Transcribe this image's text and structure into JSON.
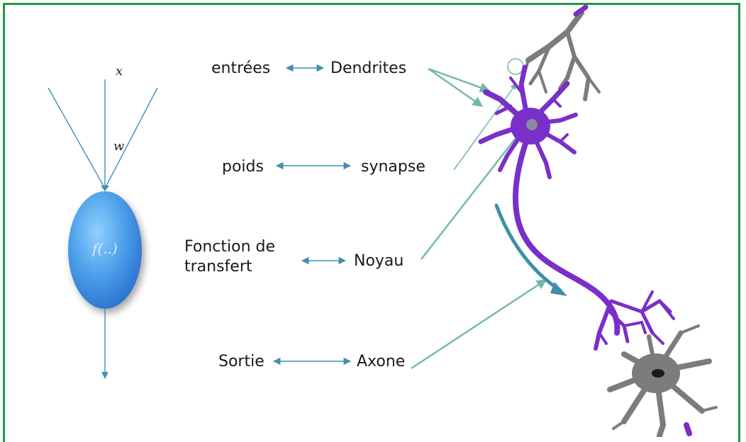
{
  "model": {
    "input_symbol": "x",
    "weight_symbol": "w",
    "function_label": "f(..)"
  },
  "mapping": {
    "rows": [
      {
        "left": "entrées",
        "right": "Dendrites"
      },
      {
        "left": "poids",
        "right": "synapse"
      },
      {
        "left_line1": "Fonction de",
        "left_line2": "transfert",
        "right": "Noyau"
      },
      {
        "left": "Sortie",
        "right": "Axone"
      }
    ]
  },
  "colors": {
    "frame": "#1f9a3a",
    "arrow": "#3f8fb0",
    "pointer": "#6fb9a8",
    "neuron_primary": "#7a2fc8",
    "neuron_secondary": "#7c7c7c",
    "node_fill": "#4a9ee8"
  }
}
